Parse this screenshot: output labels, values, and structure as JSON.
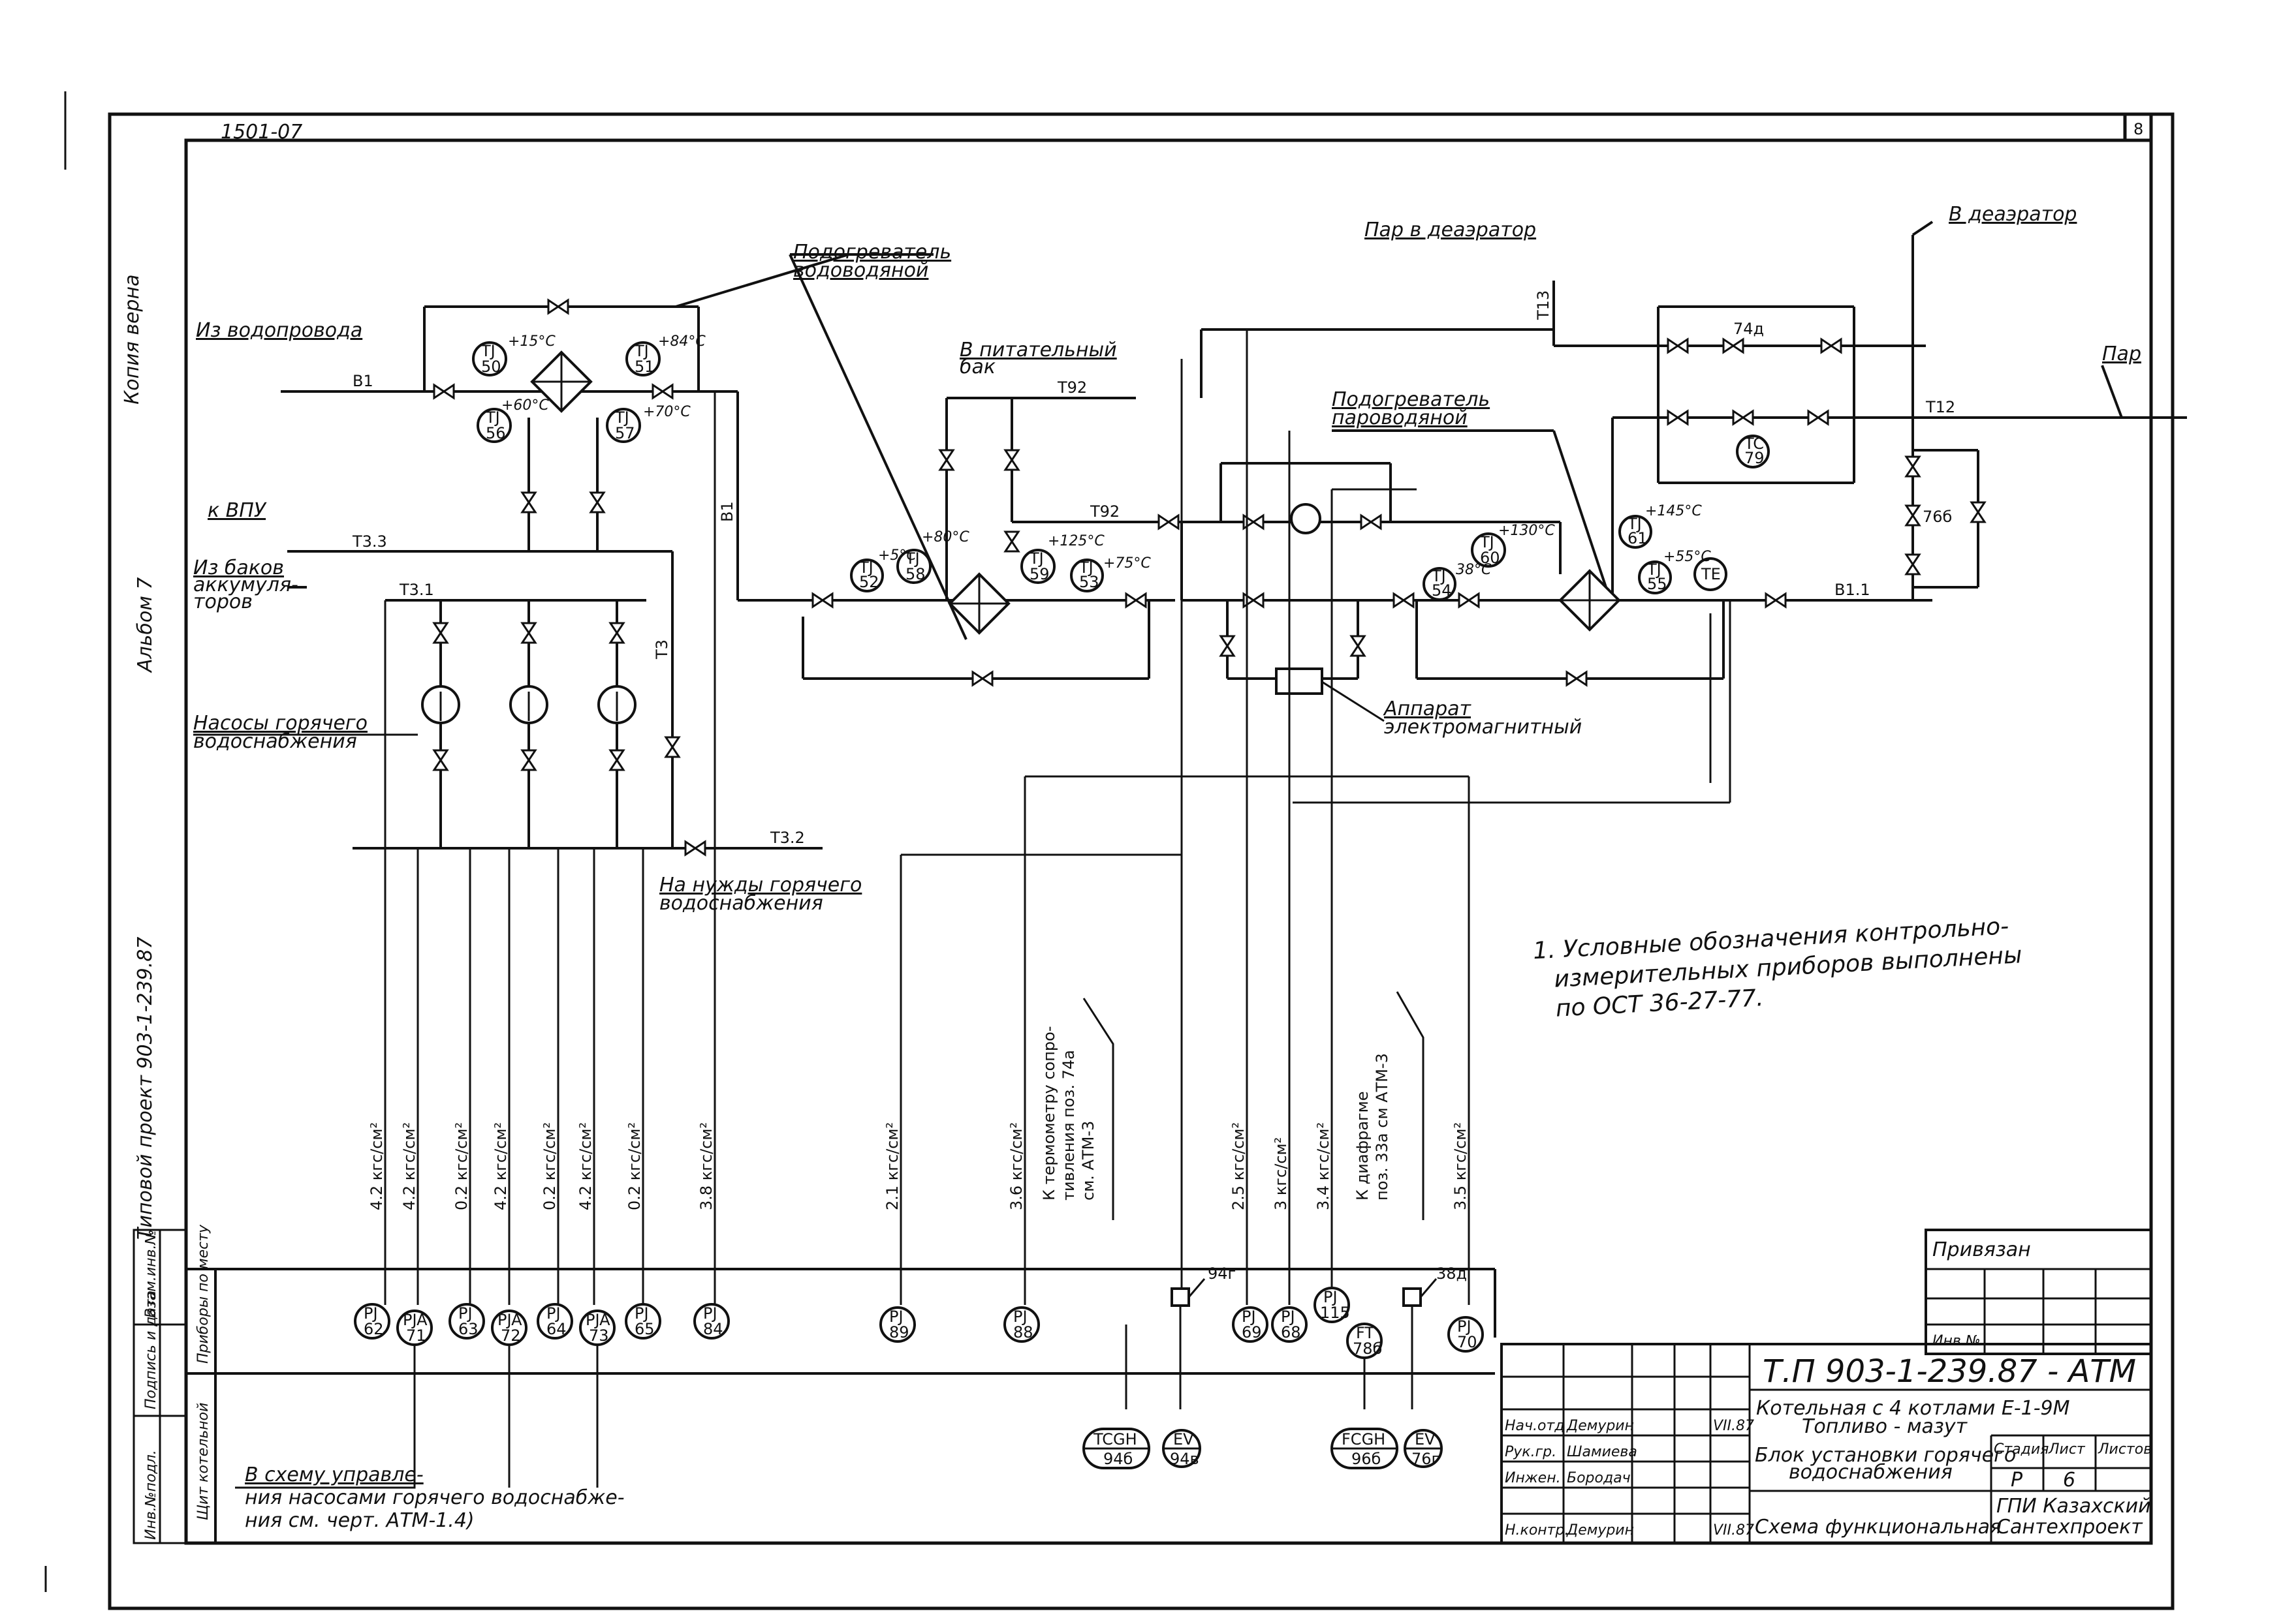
{
  "sheet": {
    "number": "8",
    "doc_code_top": "1501-07",
    "left_margin": {
      "copy_note": "Копия верна",
      "album": "Альбом 7",
      "project": "Типовой проект 903-1-239.87",
      "stamp_cols": [
        "Инв.№подл.",
        "Подпись и дата",
        "Взам.инв.№"
      ]
    }
  },
  "labels": {
    "from_water_supply": "Из водопровода",
    "to_vpu": "к ВПУ",
    "from_tanks_1": "Из баков",
    "from_tanks_2": "аккумуля-",
    "from_tanks_3": "торов",
    "heater_ww_1": "Подогреватель",
    "heater_ww_2": "водоводяной",
    "to_feed_tank_1": "В питательный",
    "to_feed_tank_2": "бак",
    "steam_to_deaerator": "Пар в деаэратор",
    "to_deaerator": "В деаэратор",
    "steam": "Пар",
    "heater_sw_1": "Подогреватель",
    "heater_sw_2": "пароводяной",
    "em_apparatus_1": "Аппарат",
    "em_apparatus_2": "электромагнитный",
    "pumps_1": "Насосы горячего",
    "pumps_2": "водоснабжения",
    "to_consumers_1": "На нужды горячего",
    "to_consumers_2": "водоснабжения",
    "note_1": "1. Условные обозначения контрольно-",
    "note_2": "измерительных приборов выполнены",
    "note_3": "по ОСТ 36-27-77.",
    "pump_control_1": "В схему управле-",
    "pump_control_2": "ния насосами горячего водоснабже-",
    "pump_control_3": "ния см. черт. АТМ-1.4)"
  },
  "lines": {
    "v1": "В1",
    "t33": "Т3.3",
    "t31": "Т3.1",
    "t32": "Т3.2",
    "t3": "Т3",
    "t92_a": "Т92",
    "t92_b": "Т92",
    "t13": "Т13",
    "t12": "Т12",
    "v11": "В1.1",
    "v1b": "В1"
  },
  "instruments": {
    "ti50": {
      "a": "ТЈ",
      "b": "50",
      "note": "+15°C"
    },
    "ti51": {
      "a": "ТЈ",
      "b": "51",
      "note": "+84°C"
    },
    "ti56": {
      "a": "ТЈ",
      "b": "56",
      "note": "+60°C"
    },
    "ti57": {
      "a": "ТЈ",
      "b": "57",
      "note": "+70°C"
    },
    "ti52": {
      "a": "ТЈ",
      "b": "52",
      "note": "+5°C"
    },
    "ti58": {
      "a": "ТЈ",
      "b": "58",
      "note": "+80°C"
    },
    "ti59": {
      "a": "ТЈ",
      "b": "59",
      "note": "+125°C"
    },
    "ti53": {
      "a": "ТЈ",
      "b": "53",
      "note": "+75°C"
    },
    "ti60": {
      "a": "ТЈ",
      "b": "60",
      "note": "+130°C"
    },
    "ti54": {
      "a": "ТЈ",
      "b": "54",
      "note": "38°C"
    },
    "ti61": {
      "a": "ТЈ",
      "b": "61",
      "note": "+145°C"
    },
    "ti55": {
      "a": "ТЈ",
      "b": "55",
      "note": "+55°C"
    },
    "tc79": {
      "a": "TC",
      "b": "79"
    },
    "te": {
      "a": "TE",
      "b": ""
    },
    "v76b": "76б",
    "v74d": "74д"
  },
  "pressures": [
    "4.2 кгс/см²",
    "4.2 кгс/см²",
    "0.2 кгс/см²",
    "4.2 кгс/см²",
    "0.2 кгс/см²",
    "4.2 кгс/см²",
    "0.2 кгс/см²",
    "3.8 кгс/см²",
    "2.1 кгс/см²",
    "3.6 кгс/см²",
    "2.5 кгс/см²",
    "3 кгс/см²",
    "3.4 кгс/см²",
    "3.5 кгс/см²"
  ],
  "refs": {
    "thermometer_1": "К термометру сопро-",
    "thermometer_2": "тивления поз. 74а",
    "thermometer_3": "см. АТМ-3",
    "diaphragm_1": "К диафрагме",
    "diaphragm_2": "поз. 33а см АТМ-3"
  },
  "panel": {
    "row_local": "Приборы по месту",
    "row_board": "Щит котельной",
    "local": [
      {
        "a": "PJ",
        "b": "62"
      },
      {
        "a": "PJA",
        "b": "71"
      },
      {
        "a": "PJ",
        "b": "63"
      },
      {
        "a": "PJA",
        "b": "72"
      },
      {
        "a": "PJ",
        "b": "64"
      },
      {
        "a": "PJA",
        "b": "73"
      },
      {
        "a": "PJ",
        "b": "65"
      },
      {
        "a": "PJ",
        "b": "84"
      },
      {
        "a": "PJ",
        "b": "89"
      },
      {
        "a": "PJ",
        "b": "88"
      },
      {
        "a": "PJ",
        "b": "69"
      },
      {
        "a": "PJ",
        "b": "68"
      },
      {
        "a": "PJ",
        "b": "115"
      },
      {
        "a": "FT",
        "b": "78б"
      },
      {
        "a": "PJ",
        "b": "70"
      }
    ],
    "actuator_1": "94г",
    "actuator_2": "38д",
    "board": [
      {
        "a": "TCGH",
        "b": "94б"
      },
      {
        "a": "EV",
        "b": "94в"
      },
      {
        "a": "FCGH",
        "b": "96б"
      },
      {
        "a": "EV",
        "b": "76г"
      }
    ]
  },
  "title_block": {
    "privyazan": "Привязан",
    "inv_no": "Инв.№",
    "doc_code": "Т.П 903-1-239.87 - АТМ",
    "boiler": "Котельная с 4 котлами Е-1-9М",
    "fuel": "Топливо - мазут",
    "stage_h": "Стадия",
    "sheet_h": "Лист",
    "sheets_h": "Листов",
    "stage": "Р",
    "sheet": "6",
    "sheets": "",
    "desc_1": "Блок установки горячего",
    "desc_2": "водоснабжения",
    "desc_3": "Схема функциональная",
    "org_1": "ГПИ Казахский",
    "org_2": "Сантехпроект",
    "signers": [
      {
        "role": "Нач.отд",
        "name": "Демурин",
        "date": "VII.87"
      },
      {
        "role": "Рук.гр.",
        "name": "Шамиева",
        "date": ""
      },
      {
        "role": "Инжен.",
        "name": "Бородач",
        "date": ""
      },
      {
        "role": "Н.контр.",
        "name": "Демурин",
        "date": "VII.87"
      }
    ]
  }
}
